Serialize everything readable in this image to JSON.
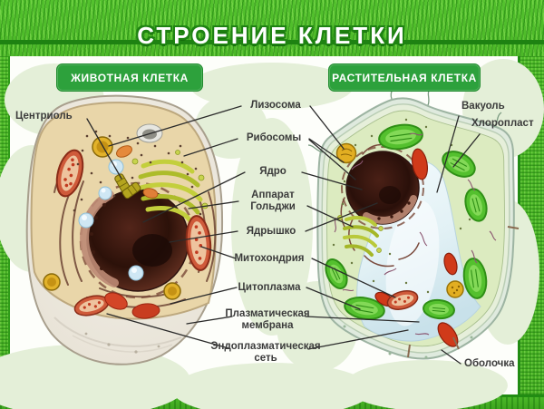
{
  "title": "СТРОЕНИЕ КЛЕТКИ",
  "panels": {
    "animal": {
      "heading": "ЖИВОТНАЯ КЛЕТКА"
    },
    "plant": {
      "heading": "РАСТИТЕЛЬНАЯ КЛЕТКА"
    }
  },
  "labels": {
    "centriole": "Центриоль",
    "lysosome": "Лизосома",
    "ribosomes": "Рибосомы",
    "nucleus": "Ядро",
    "golgi": "Аппарат Гольджи",
    "nucleolus": "Ядрышко",
    "mitochondria": "Митохондрия",
    "cytoplasm": "Цитоплазма",
    "plasma_membrane": "Плазматическая мембрана",
    "er": "Эндоплазматическая сеть",
    "vacuole": "Вакуоль",
    "chloroplast": "Хлоропласт",
    "cell_wall": "Оболочка"
  },
  "colors": {
    "frame_green": "#4cb828",
    "frame_dark": "#2f9c18",
    "frame_light": "#8ce15a",
    "badge_green": "#2da13c",
    "title_outline": "#1e8212",
    "label_text": "#3b3b3b",
    "bg_blob": "#e4efd8"
  }
}
